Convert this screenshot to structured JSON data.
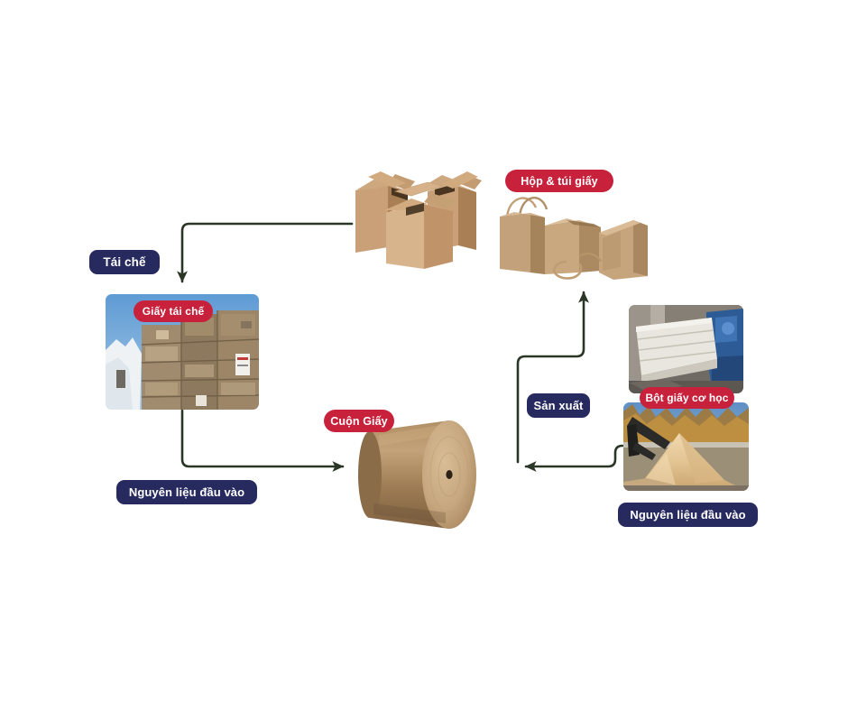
{
  "diagram": {
    "title": "Quy trinh san xuat giay",
    "background_color": "#ffffff",
    "navy_color": "#272a5e",
    "red_color": "#c8213c",
    "arrow_color": "#2b3626"
  },
  "process_labels": [
    {
      "id": "recycling",
      "text": "Tái chế",
      "style": "navy"
    },
    {
      "id": "raw-left",
      "text": "Nguyên liệu đầu vào",
      "style": "navy"
    },
    {
      "id": "production",
      "text": "Sản xuất",
      "style": "navy"
    },
    {
      "id": "raw-right",
      "text": "Nguyên liệu đầu vào",
      "style": "navy"
    }
  ],
  "item_labels": [
    {
      "id": "paper-boxes-bags",
      "text": "Hộp & túi giấy",
      "style": "red"
    },
    {
      "id": "recycled-paper",
      "text": "Giấy tái chế",
      "style": "red"
    },
    {
      "id": "paper-roll",
      "text": "Cuộn Giấy",
      "style": "red"
    },
    {
      "id": "mechanical-pulp",
      "text": "Bột giấy cơ học",
      "style": "red"
    }
  ],
  "nodes": [
    {
      "id": "cardboard-boxes",
      "type": "illustration",
      "name": "cardboard-boxes-image"
    },
    {
      "id": "paper-bags",
      "type": "illustration",
      "name": "paper-bags-image"
    },
    {
      "id": "recycled-bales",
      "type": "photo",
      "name": "recycled-paper-bales-photo"
    },
    {
      "id": "paper-roll",
      "type": "illustration",
      "name": "kraft-paper-roll-image"
    },
    {
      "id": "pulp-bale",
      "type": "photo",
      "name": "mechanical-pulp-bale-photo"
    },
    {
      "id": "wood-chips",
      "type": "photo",
      "name": "wood-chips-pile-photo"
    }
  ],
  "flows": [
    {
      "id": "boxes-to-recycled",
      "from": "cardboard-boxes",
      "to": "recycled-bales"
    },
    {
      "id": "recycled-to-roll",
      "from": "recycled-bales",
      "to": "paper-roll"
    },
    {
      "id": "roll-to-bags",
      "from": "paper-roll",
      "to": "paper-bags"
    },
    {
      "id": "woodchips-to-roll",
      "from": "wood-chips",
      "to": "paper-roll"
    }
  ]
}
